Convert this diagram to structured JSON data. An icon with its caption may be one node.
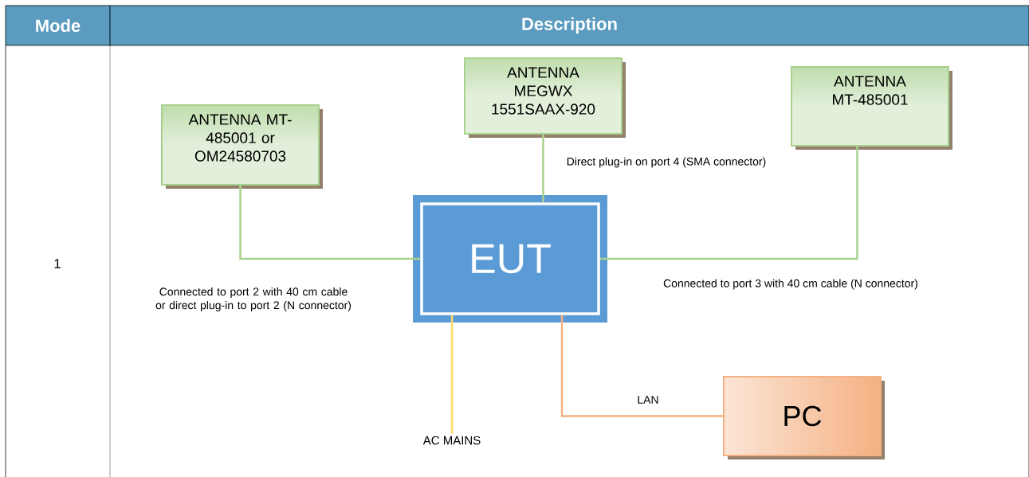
{
  "diagram": {
    "nodes": [
      {
        "text": [
          "ANTENNA MT-485001 or OM24580703"
        ]
      },
      {
        "text": [
          "ANTENNA MEGWX 1551SAAX-920"
        ]
      },
      {
        "text": [
          "ANTENNA MT-485001"
        ]
      },
      {
        "text": [
          "EUT"
        ]
      },
      {
        "text": [
          "PC"
        ]
      },
      {
        "text": [
          "AC MAINS"
        ]
      }
    ],
    "edges": [
      {
        "from": 0,
        "to": 3,
        "arrow": "none",
        "label": "Connected to port 2 with 40 cm cable or direct plug-in to port 2 (N connector)"
      },
      {
        "from": 1,
        "to": 3,
        "arrow": "none",
        "label": "Direct plug-in on port 4 (SMA connector)"
      },
      {
        "from": 2,
        "to": 3,
        "arrow": "none",
        "label": "Connected to port 3  with 40 cm cable (N connector)"
      },
      {
        "from": 3,
        "to": 5,
        "arrow": "none",
        "color": "#ffd966"
      },
      {
        "from": 3,
        "to": 4,
        "arrow": "none",
        "label": "LAN",
        "color": "#f4b183"
      }
    ],
    "labels": [
      "Mode",
      "Description",
      "1"
    ]
  }
}
